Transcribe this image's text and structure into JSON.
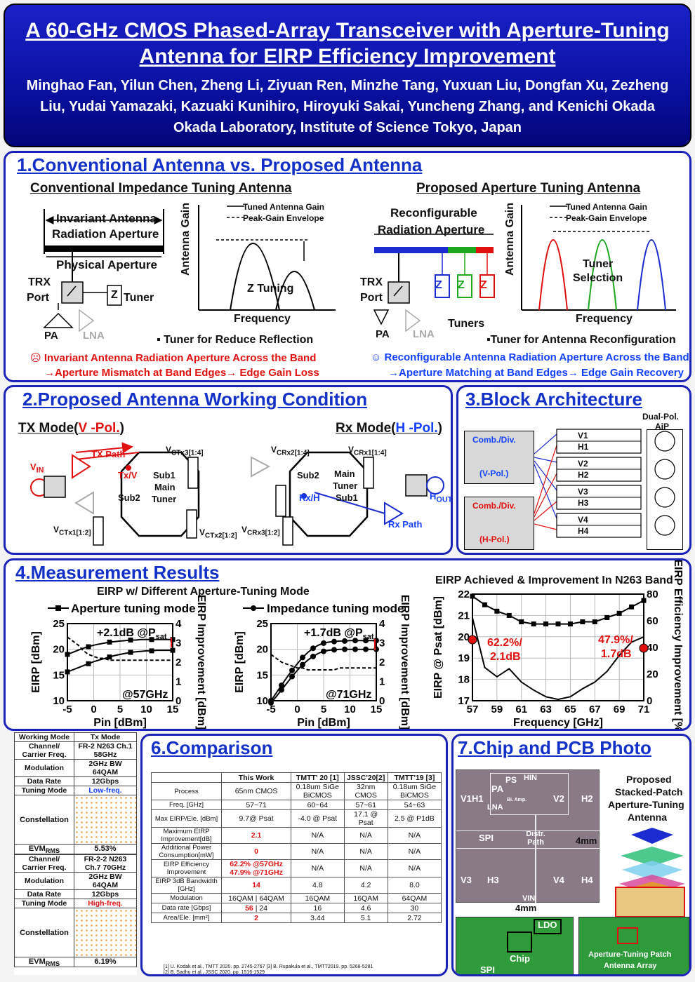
{
  "header": {
    "title_line1": "A 60-GHz CMOS Phased-Array Transceiver with Aperture-Tuning",
    "title_line2": "Antenna for EIRP Efficiency Improvement",
    "authors_line1": "Minghao Fan, Yilun Chen, Zheng Li, Ziyuan Ren, Minzhe Tang, Yuxuan Liu, Dongfan Xu, Zezheng",
    "authors_line2": "Liu, Yudai Yamazaki, Kazuaki Kunihiro, Hiroyuki Sakai, Yuncheng Zhang, and Kenichi Okada",
    "affiliation": "Okada Laboratory, Institute of Science Tokyo, Japan"
  },
  "sec1": {
    "title": "1.Conventional Antenna vs. Proposed Antenna",
    "conv_title": "Conventional Impedance Tuning Antenna",
    "prop_title": "Proposed Aperture Tuning Antenna",
    "invariant_aperture": "Invariant Antenna",
    "radiation_aperture": "Radiation Aperture",
    "physical_aperture": "Physical Aperture",
    "trx": "TRX",
    "port": "Port",
    "z": "Z",
    "tuner": "Tuner",
    "pa": "PA",
    "lna": "LNA",
    "antenna_gain": "Antenna Gain",
    "legend_tuned": "Tuned Antenna Gain",
    "legend_envelope": "Peak-Gain Envelope",
    "z_tuning": "Z Tuning",
    "frequency": "Frequency",
    "conv_note": "Tuner for Reduce Reflection",
    "reconfig": "Reconfigurable",
    "rad_aperture2": "Radiation Aperture",
    "tuners": "Tuners",
    "tuner_selection_1": "Tuner",
    "tuner_selection_2": "Selection",
    "prop_note": "Tuner for Antenna Reconfiguration",
    "sad_line1": "Invariant Antenna Radiation Aperture Across the Band",
    "sad_line2": "→Aperture Mismatch at Band Edges→ Edge Gain Loss",
    "happy_line1": "Reconfigurable Antenna Radiation Aperture Across the Band",
    "happy_line2": "→Aperture Matching at Band Edges→ Edge Gain Recovery"
  },
  "sec2": {
    "title": "2.Proposed Antenna Working Condition",
    "tx_mode": "TX Mode(",
    "tx_pol": "V -Pol.",
    "rx_mode": "Rx Mode(",
    "rx_pol": "H -Pol.",
    "close": ")",
    "tx_path": "TX Path",
    "rx_path": "Rx Path",
    "vin": "V",
    "vin_sub": "IN",
    "hout": "H",
    "hout_sub": "OUT",
    "txv": "Tx/V",
    "rxh": "Rx/H",
    "sub1": "Sub1",
    "sub2": "Sub2",
    "main": "Main",
    "tuner": "Tuner",
    "vctx3": "V",
    "vctx3_sub": "CTx3[1:4]",
    "vctx1_sub": "CTx1[1:2]",
    "vctx2_sub": "CTx2[1:2]",
    "vcrx2_sub": "CRx2[1:4]",
    "vcrx1_sub": "CRx1[1:4]",
    "vcrx3_sub": "CRx3[1:2]"
  },
  "sec3": {
    "title": "3.Block Architecture",
    "dual_pol": "Dual-Pol.",
    "aip": "AiP",
    "comb_div": "Comb./Div.",
    "vpol": "(V-Pol.)",
    "hpol": "(H-Pol.)",
    "channels": [
      "V1",
      "H1",
      "V2",
      "H2",
      "V3",
      "H3",
      "V4",
      "H4"
    ]
  },
  "sec4": {
    "title": "4.Measurement Results",
    "chart1_title": "EIRP w/ Different Aperture-Tuning Mode",
    "chart3_title": "EIRP Achieved & Improvement In N263 Band"
  },
  "chart_data": [
    {
      "type": "line",
      "legend": "Aperture tuning mode",
      "annotation": "+2.1dB @P",
      "annotation_sub": "sat",
      "freq_note": "@57GHz",
      "xlabel": "Pin [dBm]",
      "ylabel": "EIRP [dBm]",
      "y2label": "EIRP Improvement [dBm]",
      "xlim": [
        -5,
        15
      ],
      "ylim": [
        10,
        25
      ],
      "y2lim": [
        0,
        4
      ],
      "xticks": [
        "-5",
        "0",
        "5",
        "10",
        "15"
      ],
      "yticks": [
        "10",
        "15",
        "20",
        "25"
      ],
      "y2ticks": [
        "0",
        "1",
        "2",
        "3",
        "4"
      ],
      "x": [
        -5,
        -4,
        -3,
        -2,
        -1,
        0,
        1,
        2,
        3,
        4,
        5,
        6,
        7,
        8,
        9,
        10,
        11,
        12,
        13,
        14,
        15
      ],
      "series": [
        {
          "name": "Aperture tuning mode",
          "values": [
            19.0,
            19.4,
            19.8,
            20.2,
            20.5,
            20.8,
            21.0,
            21.2,
            21.4,
            21.5,
            21.6,
            21.7,
            21.8,
            21.8,
            21.9,
            21.9,
            21.9,
            21.9,
            21.9,
            21.9,
            21.9
          ]
        },
        {
          "name": "",
          "values": [
            15.6,
            16.0,
            16.4,
            16.8,
            17.2,
            17.6,
            17.9,
            18.2,
            18.5,
            18.8,
            19.0,
            19.2,
            19.4,
            19.5,
            19.6,
            19.7,
            19.7,
            19.8,
            19.8,
            19.8,
            19.8
          ]
        },
        {
          "name": "",
          "axis": "right",
          "values": [
            3.3,
            3.1,
            2.9,
            2.6,
            2.4,
            2.3,
            2.2,
            2.2,
            2.1,
            2.1,
            2.1,
            2.1,
            2.1,
            2.1,
            2.1,
            2.1,
            2.1,
            2.1,
            2.1,
            2.1,
            2.1
          ]
        }
      ]
    },
    {
      "type": "line",
      "legend": "Impedance tuning mode",
      "annotation": "+1.7dB @P",
      "annotation_sub": "sat",
      "freq_note": "@71GHz",
      "xlabel": "Pin [dBm]",
      "ylabel": "EIRP [dBm]",
      "y2label": "EIRP Improvement [dBm]",
      "xlim": [
        -5,
        15
      ],
      "ylim": [
        10,
        25
      ],
      "y2lim": [
        0,
        4
      ],
      "xticks": [
        "-5",
        "0",
        "5",
        "10",
        "15"
      ],
      "yticks": [
        "10",
        "15",
        "20",
        "25"
      ],
      "y2ticks": [
        "0",
        "1",
        "2",
        "3",
        "4"
      ],
      "x": [
        -5,
        -4,
        -3,
        -2,
        -1,
        0,
        1,
        2,
        3,
        4,
        5,
        6,
        7,
        8,
        9,
        10,
        11,
        12,
        13,
        14,
        15
      ],
      "series": [
        {
          "name": "Impedance tuning mode",
          "values": [
            10.0,
            11.5,
            13.0,
            14.5,
            15.9,
            17.2,
            18.4,
            19.4,
            20.2,
            20.8,
            21.2,
            21.4,
            21.5,
            21.6,
            21.6,
            21.7,
            21.7,
            21.7,
            21.7,
            21.7,
            21.7
          ]
        },
        {
          "name": "",
          "values": [
            9.6,
            10.8,
            12.1,
            13.4,
            14.7,
            15.9,
            17.0,
            17.9,
            18.6,
            19.2,
            19.6,
            19.8,
            19.9,
            20.0,
            20.0,
            20.0,
            20.0,
            20.0,
            20.0,
            20.0,
            20.0
          ]
        },
        {
          "name": "",
          "axis": "right",
          "values": [
            2.4,
            2.2,
            2.0,
            1.9,
            1.8,
            1.7,
            1.7,
            1.6,
            1.6,
            1.6,
            1.6,
            1.6,
            1.6,
            1.7,
            1.7,
            1.7,
            1.7,
            1.7,
            1.7,
            1.7,
            1.7
          ]
        }
      ]
    },
    {
      "type": "line",
      "title": "EIRP Achieved & Improvement In N263 Band",
      "xlabel": "Frequency [GHz]",
      "ylabel": "EIRP @ Psat [dBm]",
      "y2label": "EIRP Efficiency Improvement [%]",
      "xlim": [
        57,
        71
      ],
      "ylim": [
        17,
        22
      ],
      "y2lim": [
        0,
        80
      ],
      "xticks": [
        "57",
        "59",
        "61",
        "63",
        "65",
        "67",
        "69",
        "71"
      ],
      "yticks": [
        "17",
        "18",
        "19",
        "20",
        "21",
        "22"
      ],
      "y2ticks": [
        "0",
        "20",
        "40",
        "60",
        "80"
      ],
      "annotation_left_1": "62.2%/",
      "annotation_left_2": "2.1dB",
      "annotation_right_1": "47.9%/",
      "annotation_right_2": "1.7dB",
      "x": [
        57,
        58,
        59,
        60,
        61,
        62,
        63,
        64,
        65,
        66,
        67,
        68,
        69,
        70,
        71
      ],
      "series": [
        {
          "name": "EIRP",
          "values": [
            21.9,
            21.5,
            21.2,
            21.0,
            20.7,
            20.6,
            20.6,
            20.6,
            20.6,
            20.7,
            20.7,
            20.9,
            21.1,
            21.4,
            21.7
          ]
        },
        {
          "name": "Improvement",
          "axis": "right",
          "values": [
            62.2,
            25,
            18,
            24,
            14,
            8,
            3,
            1,
            3,
            9,
            14,
            22,
            34,
            44,
            47.9
          ]
        }
      ]
    }
  ],
  "mode_table": {
    "rows1": [
      [
        "Working Mode",
        "Tx Mode"
      ],
      [
        "Channel/ Carrier Freq.",
        "FR-2 N263 Ch.1 58GHz"
      ],
      [
        "Modulation",
        "2GHz BW 64QAM"
      ],
      [
        "Data Rate",
        "12Gbps"
      ],
      [
        "Tuning Mode",
        "Low-freq."
      ]
    ],
    "constellation": "Constellation",
    "evm_label": "EVM",
    "evm_sub": "RMS",
    "evm1": "5.53%",
    "rows2": [
      [
        "Channel/ Carrier Freq.",
        "FR-2-2 N263 Ch.7 70GHz"
      ],
      [
        "Modulation",
        "2GHz BW 64QAM"
      ],
      [
        "Data Rate",
        "12Gbps"
      ],
      [
        "Tuning Mode",
        "High-freq."
      ]
    ],
    "evm2": "6.19%"
  },
  "sec6": {
    "title": "6.Comparison",
    "headers": [
      "",
      "This Work",
      "TMTT' 20 [1]",
      "JSSC'20[2]",
      "TMTT'19 [3]"
    ],
    "rows": [
      [
        "Process",
        "65nm CMOS",
        "0.18um SiGe BiCMOS",
        "32nm CMOS",
        "0.18um SiGe BiCMOS"
      ],
      [
        "Freq. [GHz]",
        "57~71",
        "60~64",
        "57~61",
        "54~63"
      ],
      [
        "Max EIRP/Ele. [dBm]",
        "9.7@ Psat",
        "-4.0 @ Psat",
        "17.1 @ Psat",
        "2.5 @ P1dB"
      ],
      [
        "Maximum EIRP Improvement[dB]",
        "2.1",
        "N/A",
        "N/A",
        "N/A"
      ],
      [
        "Additional Power Consumption[mW]",
        "0",
        "N/A",
        "N/A",
        "N/A"
      ],
      [
        "EIRP Efficiency Improvement",
        "62.2% @57GHz 47.9% @71GHz",
        "N/A",
        "N/A",
        "N/A"
      ],
      [
        "EIRP 3dB Bandwidth [GHz]",
        "14",
        "4.8",
        "4.2",
        "8.0"
      ]
    ],
    "mod_row": [
      "Modulation",
      "16QAM",
      "64QAM",
      "16QAM",
      "16QAM",
      "64QAM"
    ],
    "rate_row": [
      "Data rate [Gbps]",
      "56",
      "24",
      "16",
      "4.6",
      "30"
    ],
    "area_row": [
      "Area/Ele. [mm²]",
      "2",
      "3.44",
      "5.1",
      "2.72"
    ],
    "ref1": "[1] U. Kodak et al., TMTT 2020. pp. 2745-2767  [3] B. Rupakula et al., TMTT2019. pp. 5268-5281",
    "ref2": "[2] B. Sadhu et al., JSSC 2020. pp. 1516-1529"
  },
  "sec7": {
    "title": "7.Chip and PCB Photo",
    "proposed_1": "Proposed",
    "proposed_2": "Stacked-Patch",
    "proposed_3": "Aperture-Tuning",
    "proposed_4": "Antenna",
    "dim": "4mm",
    "dim2": "4mm",
    "chip_labels": [
      "HIN",
      "PA",
      "PS",
      "LNA",
      "Bi. Amp.",
      "V1",
      "H1",
      "V2",
      "H2",
      "SPI",
      "Distr. Path",
      "V3",
      "H3",
      "V4",
      "H4",
      "VIN"
    ],
    "pcb_ldo": "LDO",
    "pcb_chip": "Chip",
    "pcb_spi": "SPI",
    "pcb2_1": "Aperture-Tuning Patch",
    "pcb2_2": "Antenna Array"
  },
  "colors": {
    "accent": "#1330c8",
    "header_bg": "#0a10a0",
    "red": "#e01010",
    "green": "#1ca81c"
  }
}
